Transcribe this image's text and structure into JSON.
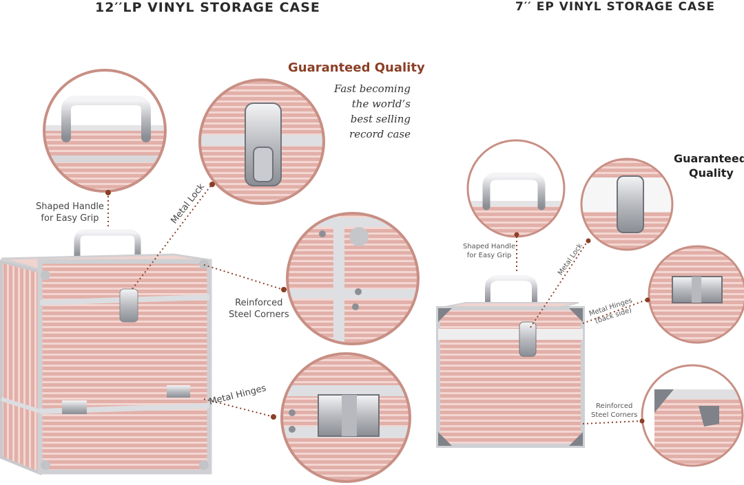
{
  "left": {
    "title": "12′′LP VINYL STORAGE CASE",
    "guarantee_heading": "Guaranteed Quality",
    "tagline": [
      "Fast becoming",
      "the world’s",
      "best selling",
      "record case"
    ],
    "labels": {
      "handle": [
        "Shaped Handle",
        "for Easy Grip"
      ],
      "lock": "Metal Lock",
      "corners": [
        "Reinforced",
        "Steel Corners"
      ],
      "hinges": "Metal Hinges"
    }
  },
  "right": {
    "title": "7′′ EP VINYL STORAGE CASE",
    "guarantee_heading": [
      "Guaranteed",
      "Quality"
    ],
    "labels": {
      "handle": [
        "Shaped Handle",
        "for Easy Grip"
      ],
      "lock": "Metal Lock",
      "hinges": [
        "Metal Hinges",
        "(back side)"
      ],
      "corners": [
        "Reinforced",
        "Steel Corners"
      ]
    }
  },
  "colors": {
    "case_pink": "#e7b9b3",
    "case_stripe": "#f4d9d5",
    "aluminum": "#d5d5d8",
    "accent_brown": "#8b3f26",
    "dot_line": "#8b3f26"
  }
}
